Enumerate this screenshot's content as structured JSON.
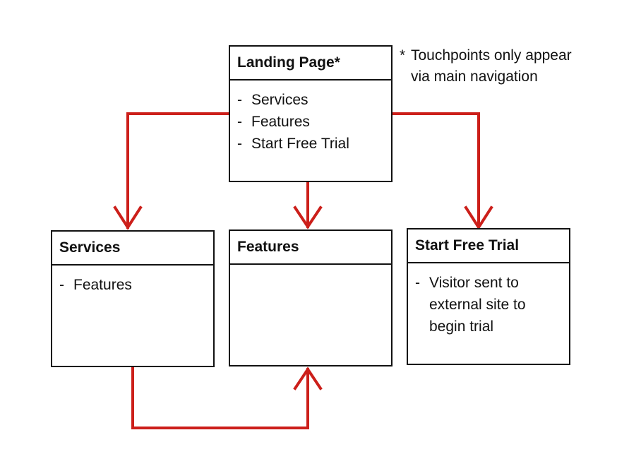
{
  "colors": {
    "connector": "#cc1f1a",
    "border": "#111111",
    "background": "#ffffff"
  },
  "note": {
    "asterisk": "*",
    "line1": "Touchpoints only appear",
    "line2": "via main navigation"
  },
  "boxes": {
    "landing": {
      "title": "Landing Page*",
      "items": [
        "Services",
        "Features",
        "Start Free Trial"
      ]
    },
    "services": {
      "title": "Services",
      "items": [
        "Features"
      ]
    },
    "features": {
      "title": "Features",
      "items": []
    },
    "trial": {
      "title": "Start Free Trial",
      "items": [
        "Visitor sent to external site to begin trial"
      ]
    }
  },
  "connections": [
    {
      "from": "Landing Page*",
      "to": "Services"
    },
    {
      "from": "Landing Page*",
      "to": "Features"
    },
    {
      "from": "Landing Page*",
      "to": "Start Free Trial"
    },
    {
      "from": "Services",
      "to": "Features"
    }
  ]
}
